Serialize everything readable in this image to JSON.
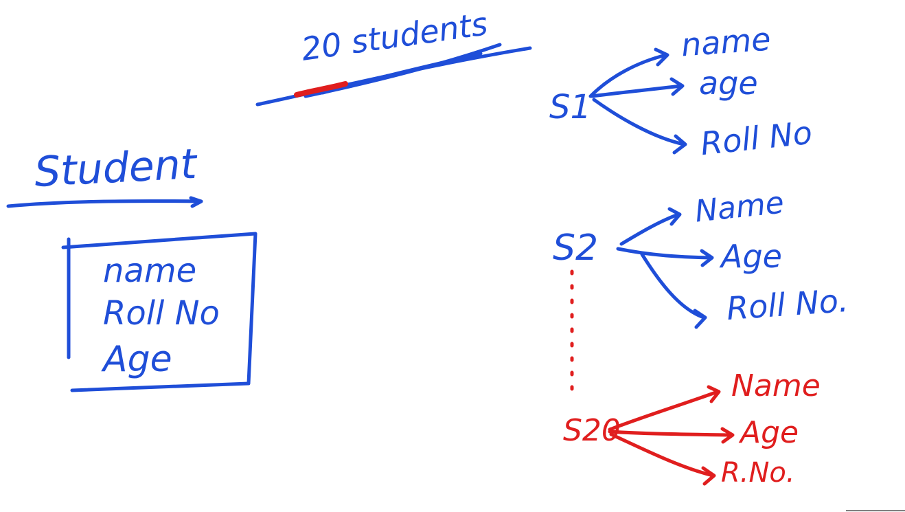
{
  "colors": {
    "ink_blue": "#1f4ed8",
    "ink_red": "#e01e1e",
    "paper": "#ffffff"
  },
  "heading": {
    "text": "20 students"
  },
  "class_box": {
    "title": "Student",
    "fields": [
      "name",
      "Roll No",
      "Age"
    ]
  },
  "objects": [
    {
      "label": "S1",
      "attributes": [
        "name",
        "age",
        "Roll No"
      ]
    },
    {
      "label": "S2",
      "attributes": [
        "Name",
        "Age",
        "Roll No."
      ]
    },
    {
      "label": "S20",
      "attributes": [
        "Name",
        "Age",
        "R.No."
      ]
    }
  ]
}
